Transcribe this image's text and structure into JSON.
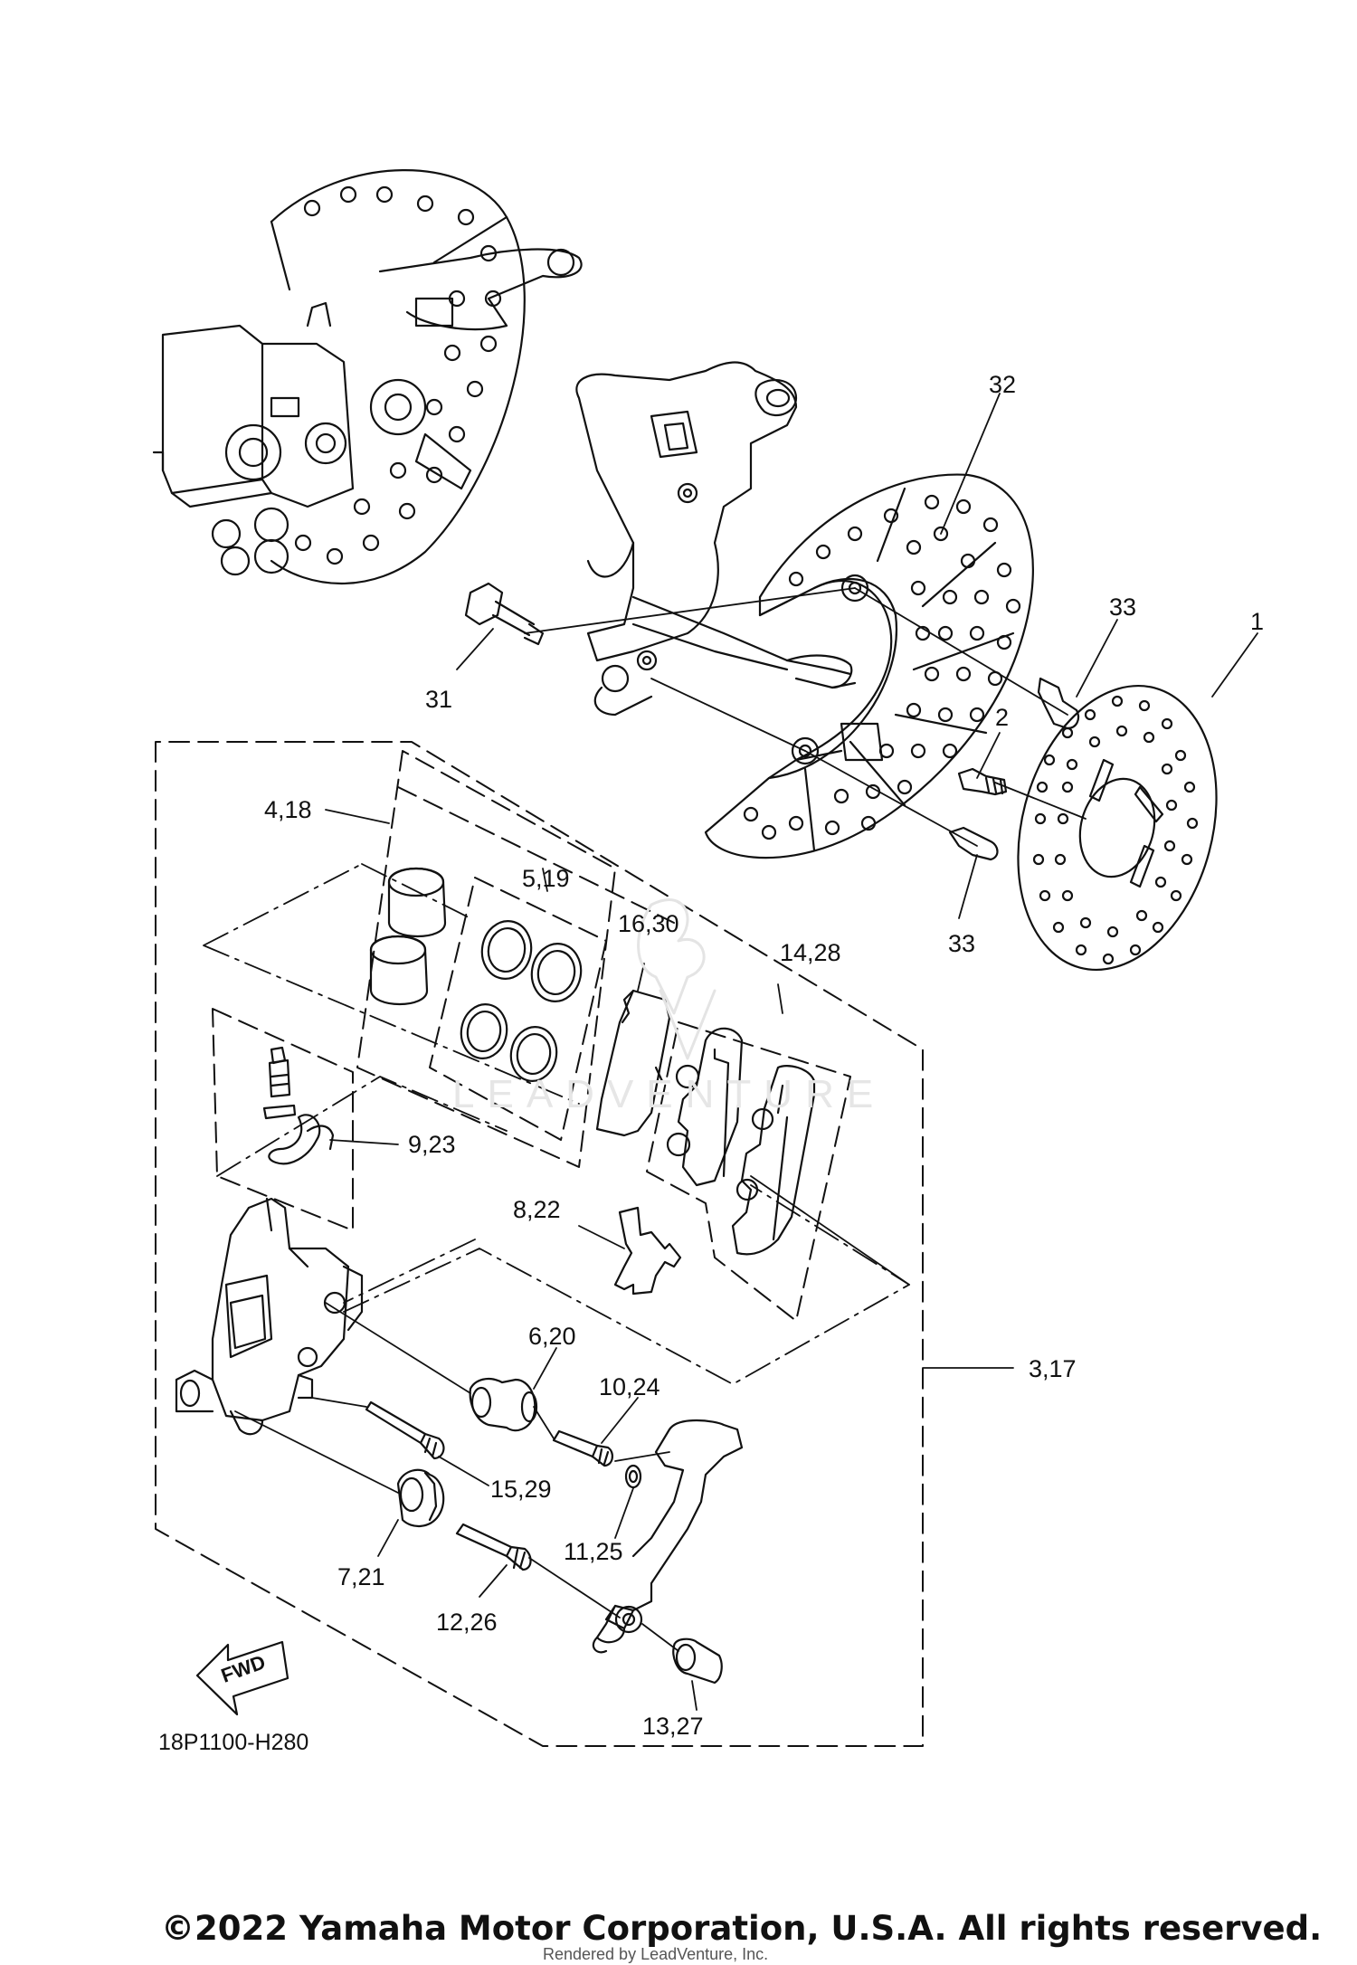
{
  "labels": {
    "p1": "1",
    "p2": "2",
    "p3_17": "3,17",
    "p4_18": "4,18",
    "p5_19": "5,19",
    "p6_20": "6,20",
    "p7_21": "7,21",
    "p8_22": "8,22",
    "p9_23": "9,23",
    "p10_24": "10,24",
    "p11_25": "11,25",
    "p12_26": "12,26",
    "p13_27": "13,27",
    "p14_28": "14,28",
    "p15_29": "15,29",
    "p16_30": "16,30",
    "p31": "31",
    "p32": "32",
    "p33a": "33",
    "p33b": "33"
  },
  "fwd_label": "FWD",
  "diagram_code": "18P1100-H280",
  "watermark": "LEADVENTURE",
  "copyright": "©2022 Yamaha Motor Corporation, U.S.A. All rights reserved.",
  "rendered_by": "Rendered by LeadVenture, Inc."
}
